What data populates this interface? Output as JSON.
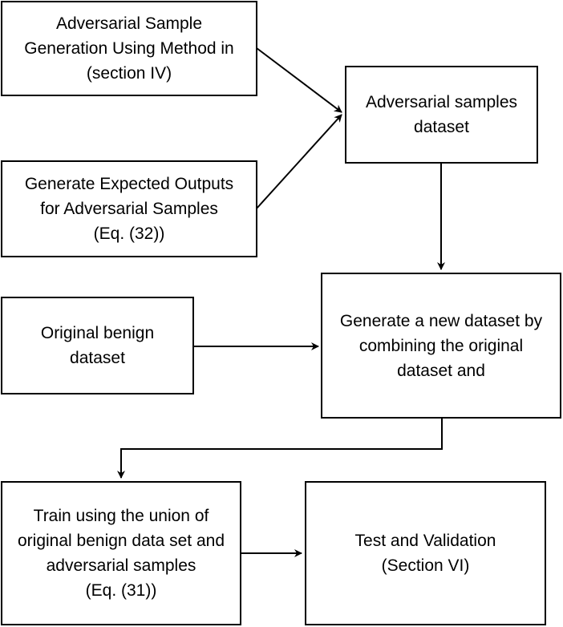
{
  "nodes": {
    "adversarial_generation": {
      "lines": [
        "Adversarial Sample",
        "Generation Using Method in",
        "(section IV)"
      ]
    },
    "expected_outputs": {
      "lines": [
        "Generate Expected Outputs",
        "for Adversarial Samples",
        "(Eq. (32))"
      ]
    },
    "adversarial_dataset": {
      "lines": [
        "Adversarial samples",
        "dataset"
      ]
    },
    "original_benign": {
      "lines": [
        "Original benign",
        "dataset"
      ]
    },
    "combine_dataset": {
      "lines": [
        "Generate a new dataset by",
        "combining the original",
        "dataset and"
      ]
    },
    "train_union": {
      "lines": [
        "Train using the union of",
        "original benign data set and",
        "adversarial samples",
        "(Eq. (31))"
      ]
    },
    "test_validation": {
      "lines": [
        "Test and Validation",
        "(Section VI)"
      ]
    }
  },
  "colors": {
    "stroke": "#000000",
    "fill": "#ffffff",
    "text": "#000000"
  }
}
